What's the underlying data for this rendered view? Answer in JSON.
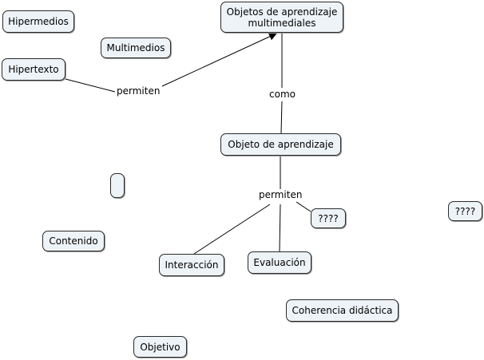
{
  "concept_map": {
    "nodes": {
      "hipermedios": "Hipermedios",
      "multimedios": "Multimedios",
      "hipertexto": "Hipertexto",
      "objetos_aprendizaje_multimediales": [
        "Objetos de aprendizaje",
        "multimediales"
      ],
      "objeto_aprendizaje": "Objeto de aprendizaje",
      "empty_node": "",
      "contenido": "Contenido",
      "interaccion": "Interacción",
      "evaluacion": "Evaluación",
      "unknown_1": "????",
      "unknown_2": "????",
      "coherencia_didactica": "Coherencia didáctica",
      "objetivo": "Objetivo"
    },
    "link_labels": {
      "permiten_1": "permiten",
      "como": "como",
      "permiten_2": "permiten"
    }
  }
}
